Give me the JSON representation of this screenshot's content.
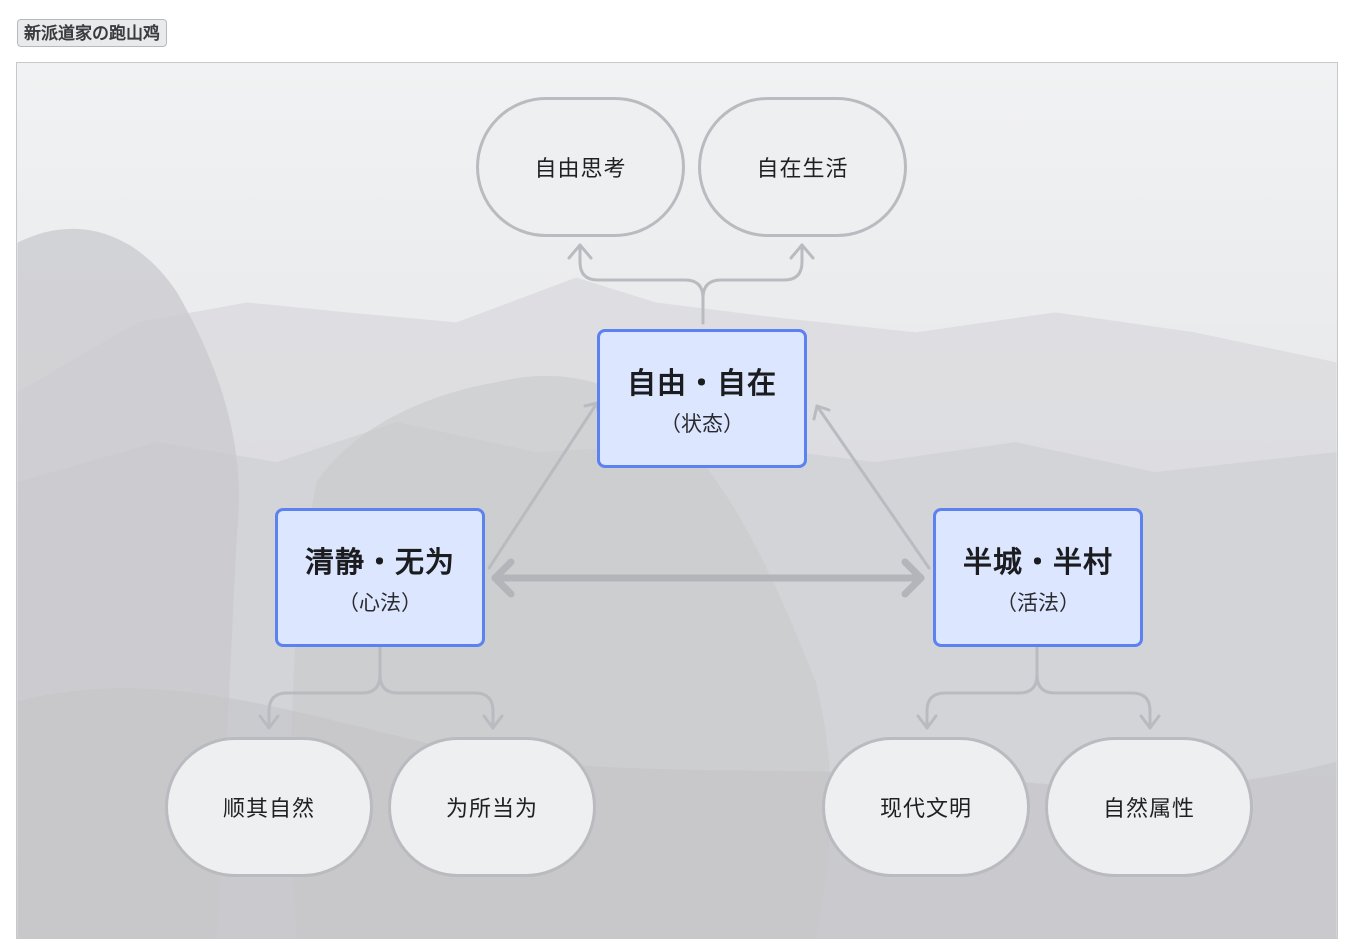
{
  "title": "新派道家の跑山鸡",
  "diagram": {
    "core_nodes": {
      "top": {
        "label": "自由・自在",
        "sub": "（状态）"
      },
      "left": {
        "label": "清静・无为",
        "sub": "（心法）"
      },
      "right": {
        "label": "半城・半村",
        "sub": "（活法）"
      }
    },
    "leaf_nodes": {
      "free_thinking": "自由思考",
      "free_living": "自在生活",
      "follow_nature": "顺其自然",
      "do_what_should": "为所当为",
      "modern_civilization": "现代文明",
      "natural_attribute": "自然属性"
    },
    "colors": {
      "core_fill": "#dde6ff",
      "core_border": "#5b82f0",
      "leaf_fill": "#eeeff1",
      "leaf_border": "#b9bbc0",
      "edge": "#b9bbc0"
    }
  }
}
